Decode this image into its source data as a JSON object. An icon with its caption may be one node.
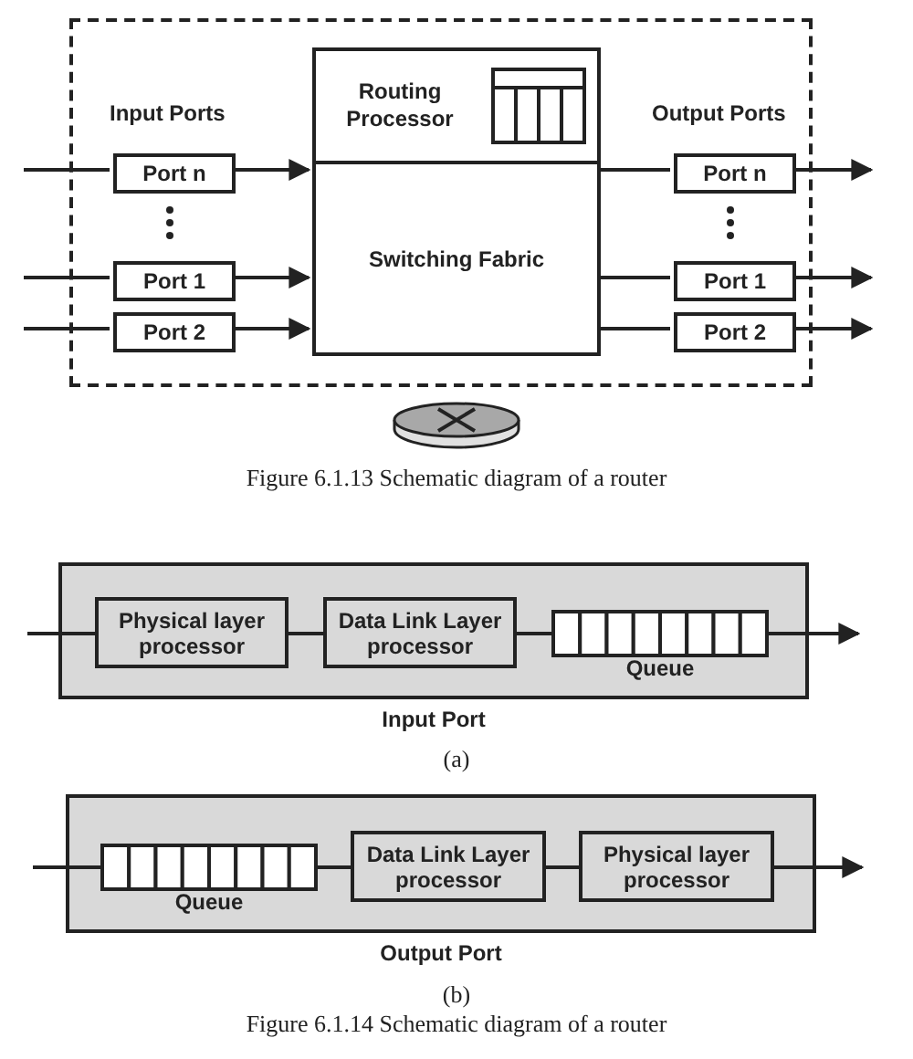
{
  "diagram": {
    "nodes": [
      {
        "text": [],
        "shape": "box"
      },
      {
        "text": [
          "Port n"
        ],
        "in": 0
      },
      {
        "text": [
          "Port 1"
        ],
        "in": 0
      },
      {
        "text": [
          "Port 2"
        ],
        "in": 0
      },
      {
        "text": [
          "Routing Processor"
        ],
        "in": 0
      },
      {
        "text": [
          "Switching Fabric"
        ],
        "in": 0
      },
      {
        "text": [
          "Port n"
        ],
        "in": 0
      },
      {
        "text": [
          "Port 1"
        ],
        "in": 0
      },
      {
        "text": [
          "Port 2"
        ],
        "in": 0
      },
      {
        "text": [],
        "shape": "cylinder"
      },
      {
        "text": [
          "Input Port"
        ]
      },
      {
        "text": [
          "Physical layer processor"
        ],
        "in": 10
      },
      {
        "text": [
          "Data Link Layer processor"
        ],
        "in": 10
      },
      {
        "text": [
          "Queue"
        ],
        "in": 10
      },
      {
        "text": [
          "Output Port"
        ]
      },
      {
        "text": [
          "Queue"
        ],
        "in": 14
      },
      {
        "text": [
          "Data Link Layer processor"
        ],
        "in": 14
      },
      {
        "text": [
          "Physical layer processor"
        ],
        "in": 14
      }
    ],
    "edges": [
      {
        "from": null,
        "to": 1,
        "arrow": "none"
      },
      {
        "from": 1,
        "to": 5,
        "arrow": "to"
      },
      {
        "from": null,
        "to": 2,
        "arrow": "none"
      },
      {
        "from": 2,
        "to": 5,
        "arrow": "to"
      },
      {
        "from": null,
        "to": 3,
        "arrow": "none"
      },
      {
        "from": 3,
        "to": 5,
        "arrow": "to"
      },
      {
        "from": 5,
        "to": 6,
        "arrow": "none"
      },
      {
        "from": 6,
        "to": null,
        "arrow": "to"
      },
      {
        "from": 5,
        "to": 7,
        "arrow": "none"
      },
      {
        "from": 7,
        "to": null,
        "arrow": "to"
      },
      {
        "from": 5,
        "to": 8,
        "arrow": "none"
      },
      {
        "from": 8,
        "to": null,
        "arrow": "to"
      },
      {
        "from": null,
        "to": 11,
        "arrow": "none"
      },
      {
        "from": 11,
        "to": 12,
        "arrow": "none"
      },
      {
        "from": 12,
        "to": 13,
        "arrow": "none"
      },
      {
        "from": 13,
        "to": null,
        "arrow": "to"
      },
      {
        "from": null,
        "to": 15,
        "arrow": "none"
      },
      {
        "from": 15,
        "to": 16,
        "arrow": "none"
      },
      {
        "from": 16,
        "to": 17,
        "arrow": "none"
      },
      {
        "from": 17,
        "to": null,
        "arrow": "to"
      }
    ],
    "labels": [
      "Input Ports",
      "Output Ports",
      "Figure 6.1.13 Schematic diagram of a router",
      "(a)",
      "(b)",
      "Figure 6.1.14 Schematic diagram of a router"
    ]
  }
}
